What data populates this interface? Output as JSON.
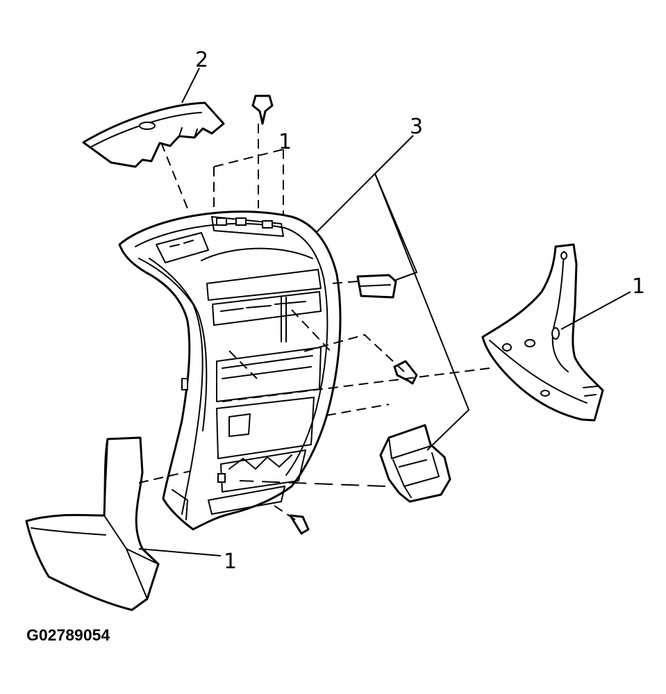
{
  "figure_id": "G02789054",
  "callouts": {
    "part_2": "2",
    "part_3": "3",
    "top_fasteners": "1",
    "right_bracket": "1",
    "bottom_left_panel": "1"
  }
}
